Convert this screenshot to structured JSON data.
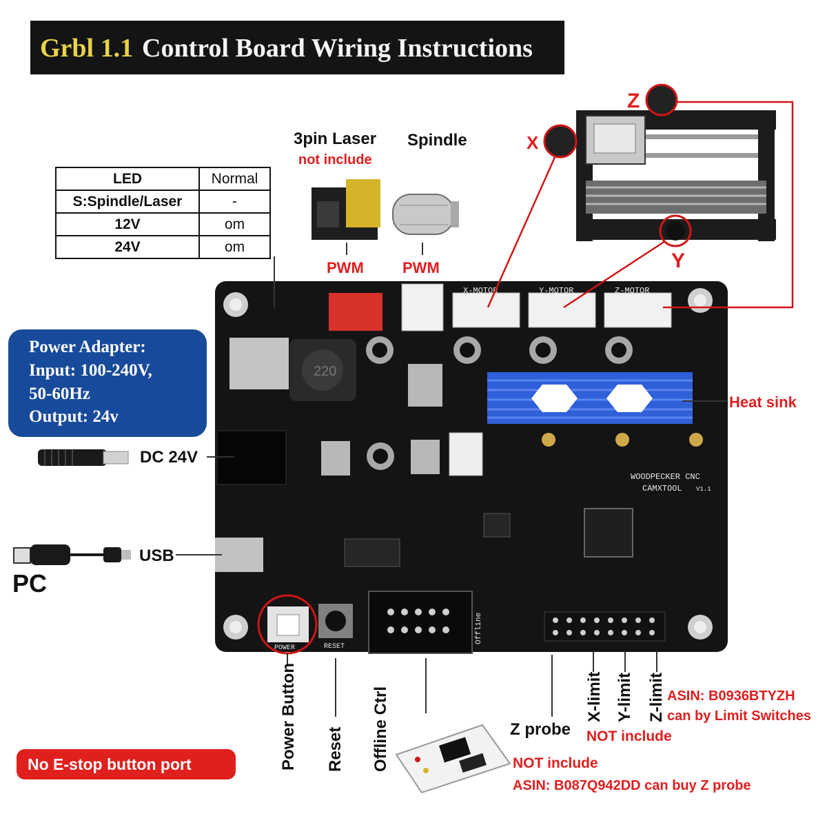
{
  "title": {
    "accent": "Grbl 1.1",
    "rest": "Control Board Wiring Instructions"
  },
  "led_table": {
    "rows": [
      {
        "label": "LED",
        "value": "Normal"
      },
      {
        "label": "S:Spindle/Laser",
        "value": "-"
      },
      {
        "label": "12V",
        "value": "om"
      },
      {
        "label": "24V",
        "value": "om"
      }
    ]
  },
  "laser": {
    "title": "3pin Laser",
    "note": "not include",
    "signal": "PWM"
  },
  "spindle": {
    "title": "Spindle",
    "signal": "PWM"
  },
  "axes": {
    "x": "X",
    "y": "Y",
    "z": "Z"
  },
  "power_adapter": {
    "line1": "Power Adapter:",
    "line2": "Input: 100-240V,",
    "line3": "50-60Hz",
    "line4": "Output: 24v"
  },
  "dc": "DC 24V",
  "usb": "USB",
  "pc": "PC",
  "heat_sink": "Heat sink",
  "board": {
    "x_motor": "X-MOTOR",
    "y_motor": "Y-MOTOR",
    "z_motor": "Z-MOTOR",
    "brand": "WOODPECKER CNC",
    "model": "CAMXTOOL",
    "version": "V1.1",
    "reset_silk": "RESET",
    "power_silk": "POWER",
    "offline_silk": "Offline",
    "inductor": "220"
  },
  "bottom_labels": {
    "power_button": "Power Button",
    "reset": "Reset",
    "offline": "Offline Ctrl",
    "z_probe": "Z probe",
    "x_limit": "X-limit",
    "y_limit": "Y-limit",
    "z_limit": "Z-limit"
  },
  "limit_note": {
    "asin": "ASIN: B0936BTYZH",
    "line2": "can by Limit Switches",
    "not_include": "NOT include"
  },
  "probe_note": {
    "not_include": "NOT include",
    "asin": "ASIN: B087Q942DD  can buy Z probe"
  },
  "estop": "No E-stop button port"
}
